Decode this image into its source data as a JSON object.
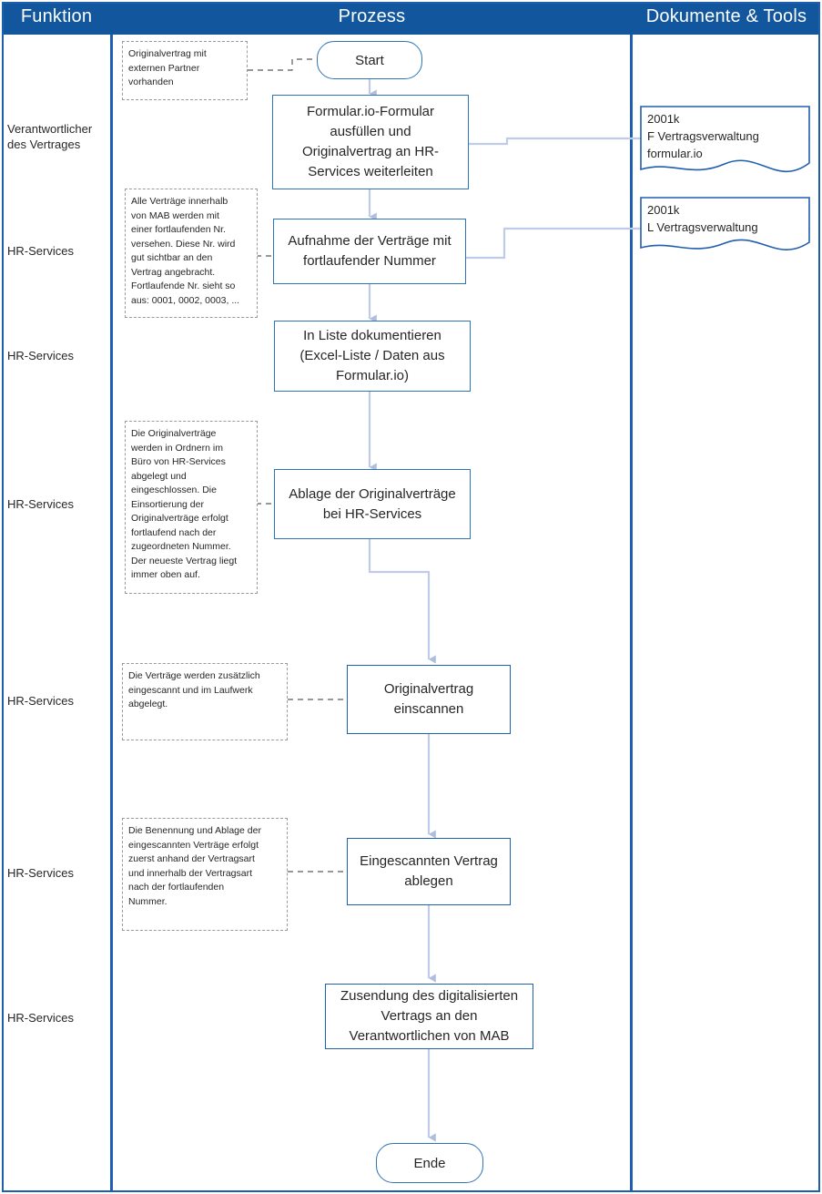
{
  "header": {
    "columns": [
      {
        "key": "funktion",
        "label": "Funktion"
      },
      {
        "key": "prozess",
        "label": "Prozess"
      },
      {
        "key": "dokumente",
        "label": "Dokumente & Tools"
      }
    ]
  },
  "colors": {
    "header_bg": "#12569E",
    "header_text": "#FFFFFF",
    "lane_divider": "#1F5FAF",
    "box_border": "#2E75B6",
    "flow_line": "#BFCBE8",
    "note_border": "#9A9A9A",
    "text": "#262626"
  },
  "roles": [
    {
      "id": "role-1",
      "label": "Verantwortlicher\ndes Vertrages"
    },
    {
      "id": "role-2",
      "label": "HR-Services"
    },
    {
      "id": "role-3",
      "label": "HR-Services"
    },
    {
      "id": "role-4",
      "label": "HR-Services"
    },
    {
      "id": "role-5",
      "label": "HR-Services"
    },
    {
      "id": "role-6",
      "label": "HR-Services"
    },
    {
      "id": "role-7",
      "label": "HR-Services"
    }
  ],
  "process": {
    "start_label": "Start",
    "end_label": "Ende",
    "steps": [
      {
        "id": "step-1",
        "label": "Formular.io-Formular\nausfüllen und\nOriginalvertrag an HR-\nServices weiterleiten"
      },
      {
        "id": "step-2",
        "label": "Aufnahme der Verträge mit\nfortlaufender Nummer"
      },
      {
        "id": "step-3",
        "label": "In Liste dokumentieren\n(Excel-Liste / Daten aus\nFormular.io)"
      },
      {
        "id": "step-4",
        "label": "Ablage der Originalverträge\nbei HR-Services"
      },
      {
        "id": "step-5",
        "label": "Originalvertrag\neinscannen"
      },
      {
        "id": "step-6",
        "label": "Eingescannten Vertrag\nablegen"
      },
      {
        "id": "step-7",
        "label": "Zusendung des digitalisierten\nVertrags an den\nVerantwortlichen von MAB"
      }
    ]
  },
  "notes": [
    {
      "id": "note-1",
      "text": "Originalvertrag mit\nexternen Partner\nvorhanden"
    },
    {
      "id": "note-2",
      "text": "Alle Verträge innerhalb\nvon MAB werden mit\neiner fortlaufenden Nr.\nversehen. Diese Nr. wird\ngut sichtbar an den\nVertrag angebracht.\nFortlaufende Nr. sieht so\naus: 0001, 0002, 0003, ..."
    },
    {
      "id": "note-3",
      "text": "Die Originalverträge\nwerden in Ordnern im\nBüro von HR-Services\nabgelegt und\neingeschlossen. Die\nEinsortierung der\nOriginalverträge erfolgt\nfortlaufend nach der\nzugeordneten Nummer.\nDer neueste Vertrag liegt\nimmer oben auf."
    },
    {
      "id": "note-4",
      "text": "Die Verträge werden zusätzlich\neingescannt und im Laufwerk\nabgelegt."
    },
    {
      "id": "note-5",
      "text": "Die Benennung und Ablage der\neingescannten Verträge erfolgt\nzuerst anhand der Vertragsart\nund innerhalb der Vertragsart\nnach der fortlaufenden\nNummer."
    }
  ],
  "documents": [
    {
      "id": "doc-1",
      "text": "2001k\nF Vertragsverwaltung\nformular.io"
    },
    {
      "id": "doc-2",
      "text": "2001k\nL Vertragsverwaltung"
    }
  ]
}
